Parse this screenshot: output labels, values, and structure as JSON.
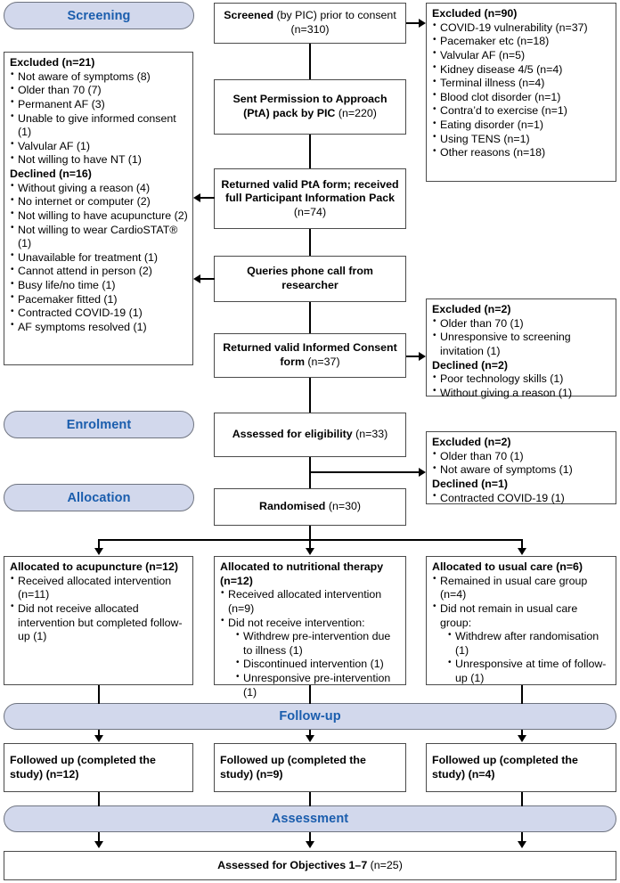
{
  "diagram": {
    "title": "CONSORT participant flow diagram",
    "accent_banner_fill": "#d2d8ec",
    "accent_banner_text": "#1a5dad",
    "box_border": "#4b4b4b"
  },
  "banners": {
    "screening": "Screening",
    "enrolment": "Enrolment",
    "allocation": "Allocation",
    "followup": "Follow-up",
    "assessment": "Assessment"
  },
  "main": {
    "screened": {
      "bold": "Screened",
      "rest": " (by PIC) prior to consent (n=310)"
    },
    "pta_pack": {
      "bold": "Sent Permission to Approach (PtA) pack by PIC",
      "rest": " (n=220)"
    },
    "returned_pta": {
      "bold": "Returned valid PtA form; received full Participant Information Pack",
      "rest": " (n=74)"
    },
    "queries_call": {
      "bold": "Queries phone call from researcher",
      "rest": ""
    },
    "informed_consent": {
      "bold": "Returned valid Informed Consent form",
      "rest": " (n=37)"
    },
    "eligibility": {
      "bold": "Assessed for eligibility",
      "rest": " (n=33)"
    },
    "randomised": {
      "bold": "Randomised",
      "rest": " (n=30)"
    },
    "objectives": {
      "bold": "Assessed for Objectives 1–7",
      "rest": " (n=25)"
    }
  },
  "left_panel": {
    "excluded_header": "Excluded (n=21)",
    "excluded_items": [
      "Not aware of symptoms (8)",
      "Older than 70 (7)",
      "Permanent AF (3)",
      "Unable to give informed consent (1)",
      "Valvular AF (1)",
      "Not willing to have NT (1)"
    ],
    "declined_header": "Declined (n=16)",
    "declined_items": [
      "Without giving a reason (4)",
      "No internet or computer (2)",
      "Not willing to have acupuncture (2)",
      "Not willing to wear CardioSTAT® (1)",
      "Unavailable for treatment (1)",
      "Cannot attend in person (2)",
      "Busy life/no time (1)",
      "Pacemaker fitted (1)",
      "Contracted COVID-19 (1)",
      "AF symptoms resolved (1)"
    ]
  },
  "right_excluded_90": {
    "header": "Excluded (n=90)",
    "items": [
      "COVID-19 vulnerability (n=37)",
      "Pacemaker etc (n=18)",
      "Valvular AF (n=5)",
      "Kidney disease 4/5 (n=4)",
      "Terminal illness (n=4)",
      "Blood clot disorder (n=1)",
      "Contra’d to exercise (n=1)",
      "Eating disorder (n=1)",
      "Using TENS (n=1)",
      "Other reasons (n=18)"
    ]
  },
  "right_consent_box": {
    "excluded_header": "Excluded (n=2)",
    "excluded_items": [
      "Older than 70 (1)",
      "Unresponsive to screening invitation (1)"
    ],
    "declined_header": "Declined (n=2)",
    "declined_items": [
      "Poor technology skills (1)",
      "Without giving a reason (1)"
    ]
  },
  "right_eligibility_box": {
    "excluded_header": "Excluded (n=2)",
    "excluded_items": [
      "Older than 70 (1)",
      "Not aware of symptoms (1)"
    ],
    "declined_header": "Declined (n=1)",
    "declined_items": [
      "Contracted COVID-19 (1)"
    ]
  },
  "allocation": {
    "acupuncture": {
      "header": "Allocated to acupuncture (n=12)",
      "items": [
        {
          "text": "Received allocated intervention (n=11)",
          "sub": []
        },
        {
          "text": "Did not receive allocated intervention but completed follow-up (1)",
          "sub": []
        }
      ]
    },
    "nutrition": {
      "header": "Allocated to nutritional therapy (n=12)",
      "items": [
        {
          "text": "Received allocated intervention (n=9)",
          "sub": []
        },
        {
          "text": "Did not receive intervention:",
          "sub": [
            "Withdrew pre-intervention due to illness (1)",
            "Discontinued intervention (1)",
            "Unresponsive pre-intervention (1)"
          ]
        }
      ]
    },
    "usual_care": {
      "header": "Allocated to usual care (n=6)",
      "items": [
        {
          "text": "Remained in usual care group (n=4)",
          "sub": []
        },
        {
          "text": "Did not remain in usual care group:",
          "sub": [
            "Withdrew after randomisation (1)",
            "Unresponsive at time of follow-up (1)"
          ]
        }
      ]
    }
  },
  "followup_boxes": [
    {
      "bold": "Followed up (completed the study) (n=12)"
    },
    {
      "bold": "Followed up (completed the study) (n=9)"
    },
    {
      "bold": "Followed up (completed the study) (n=4)"
    }
  ]
}
